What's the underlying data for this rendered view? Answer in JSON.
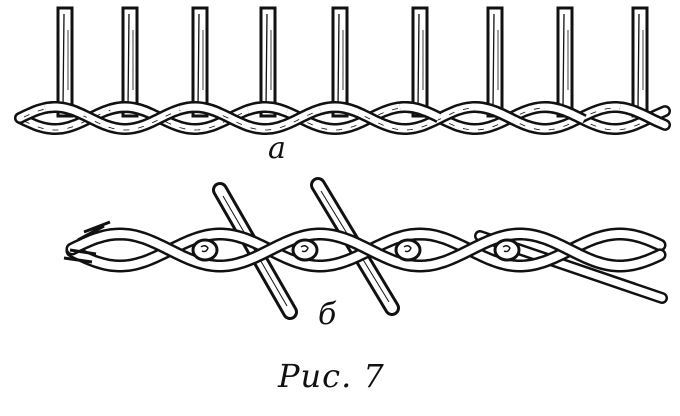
{
  "figure": {
    "label_a": "а",
    "label_b": "б",
    "caption": "Рис. 7"
  },
  "colors": {
    "ink": "#111111",
    "paper": "#ffffff"
  }
}
